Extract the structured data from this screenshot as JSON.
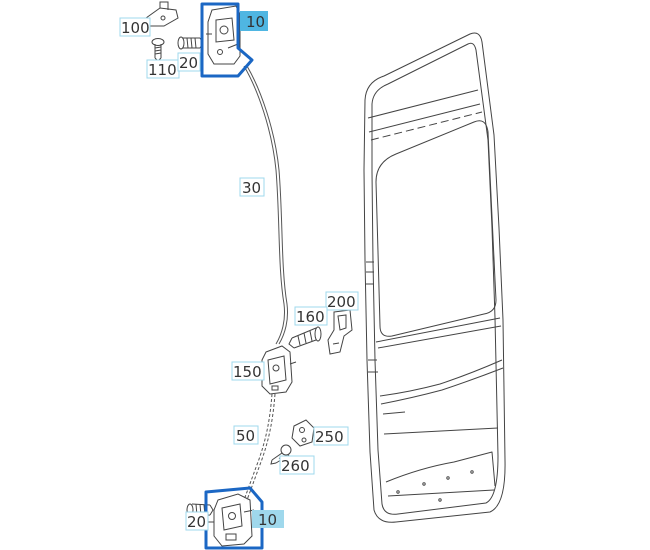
{
  "callouts": {
    "c100": "100",
    "c110": "110",
    "c20_top": "20",
    "c10_top": "10",
    "c30": "30",
    "c200": "200",
    "c160": "160",
    "c150": "150",
    "c50": "50",
    "c250": "250",
    "c260": "260",
    "c20_bottom": "20",
    "c10_bottom": "10"
  },
  "colors": {
    "line": "#444444",
    "highlight_box": "#1b67c4",
    "label_box": "#9fd8ec",
    "label_box_strong": "#4fb6e2",
    "label_text": "#333333"
  }
}
